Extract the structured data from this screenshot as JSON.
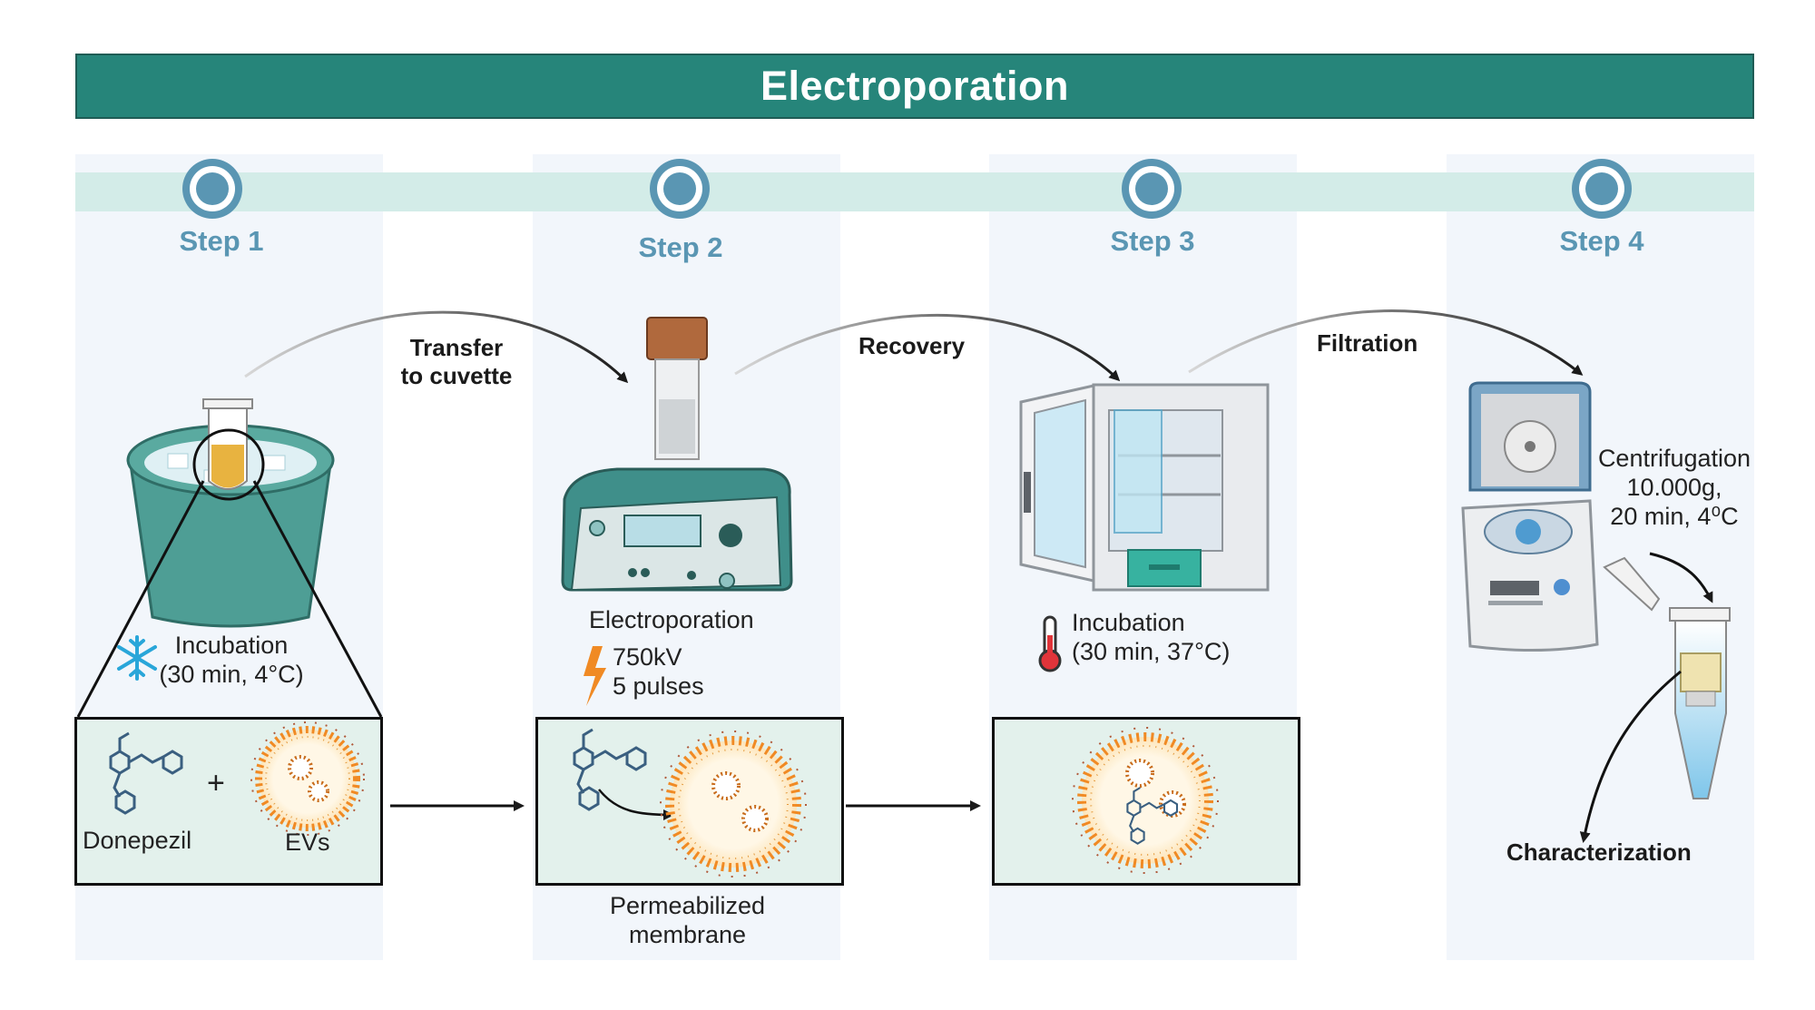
{
  "title": "Electroporation",
  "steps": [
    {
      "label": "Step 1"
    },
    {
      "label": "Step 2"
    },
    {
      "label": "Step 3"
    },
    {
      "label": "Step 4"
    }
  ],
  "transitions": {
    "transfer_line1": "Transfer",
    "transfer_line2": "to cuvette",
    "recovery": "Recovery",
    "filtration": "Filtration"
  },
  "step1": {
    "incubation_line1": "Incubation",
    "incubation_line2": "(30 min, 4°C)",
    "donepezil": "Donepezil",
    "plus": "+",
    "evs": "EVs"
  },
  "step2": {
    "device": "Electroporation",
    "voltage": "750kV",
    "pulses": "5 pulses",
    "panel_caption_line1": "Permeabilized",
    "panel_caption_line2": "membrane"
  },
  "step3": {
    "incubation_line1": "Incubation",
    "incubation_line2": "(30 min, 37°C)"
  },
  "step4": {
    "centrifugation_line1": "Centrifugation",
    "centrifugation_line2": "10.000g,",
    "centrifugation_line3": "20 min, 4⁰C",
    "characterization": "Characterization"
  },
  "colors": {
    "banner": "#26857a",
    "step_text": "#5a96b3",
    "panel_fill": "#e3f1ec",
    "band": "#d3ece8",
    "ev_orange": "#f08a24"
  },
  "icons": [
    "snowflake-icon",
    "lightning-icon",
    "thermometer-icon",
    "molecule-icon"
  ]
}
